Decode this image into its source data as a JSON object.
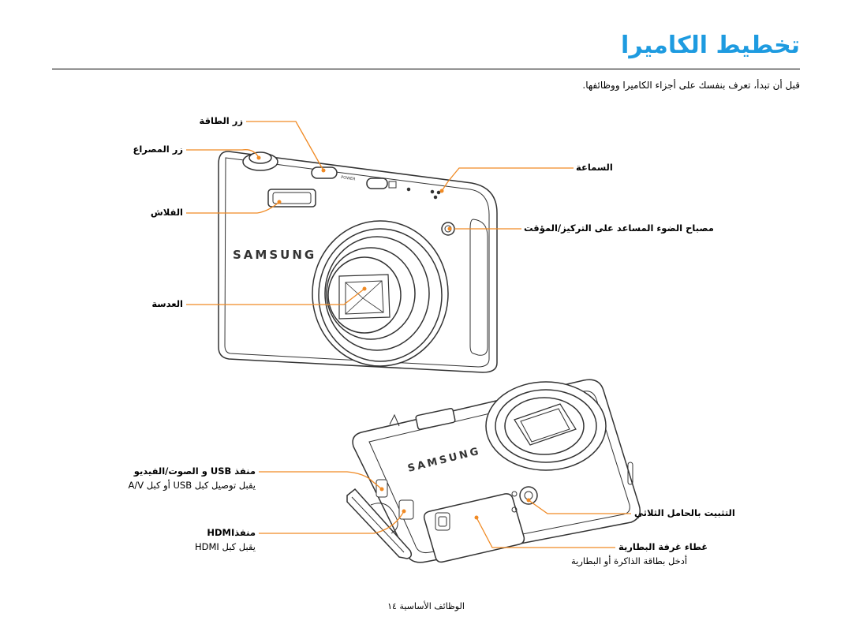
{
  "page": {
    "title": "تخطيط الكاميرا",
    "intro": "قبل أن تبدأ، تعرف بنفسك على أجزاء الكاميرا ووظائفها.",
    "footer": "الوظائف الأساسية  ١٤"
  },
  "camera_front": {
    "brand": "SAMSUNG",
    "power_print": "POWER",
    "labels": {
      "power_button": "زر الطاقة",
      "shutter_button": "زر المصراع",
      "flash": "الفلاش",
      "lens": "العدسة",
      "speaker": "السماعة",
      "af_lamp": "مصباح الضوء المساعد على التركيز/المؤقت"
    }
  },
  "camera_bottom": {
    "brand": "SAMSUNG",
    "labels": {
      "usb_port": "منفذ USB و الصوت/الفيديو",
      "usb_port_desc": "يقبل توصيل كبل USB أو كبل A/V",
      "hdmi_port": "منفذHDMI",
      "hdmi_port_desc": "يقبل كبل HDMI",
      "tripod_mount": "التثبيت بالحامل الثلاثي",
      "battery_cover": "غطاء غرفة البطارية",
      "battery_cover_desc": "أدخل بطاقة الذاكرة أو البطارية"
    }
  },
  "colors": {
    "title": "#1e9be0",
    "callout": "#f08a24"
  }
}
